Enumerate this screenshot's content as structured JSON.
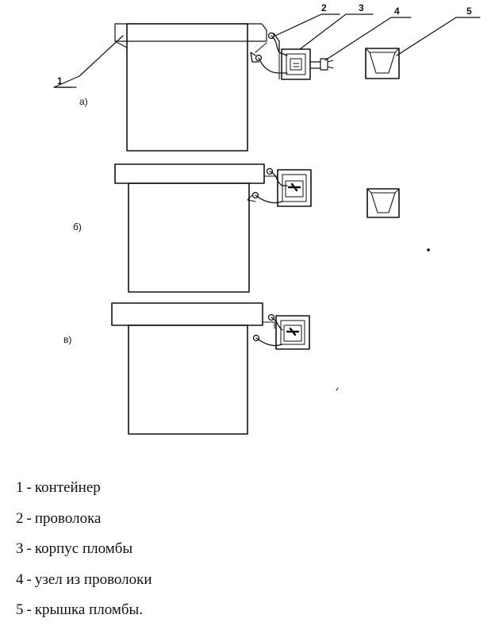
{
  "variants": [
    {
      "id": "a",
      "label": "а)"
    },
    {
      "id": "b",
      "label": "б)"
    },
    {
      "id": "v",
      "label": "в)"
    }
  ],
  "callouts": [
    "1",
    "2",
    "3",
    "4",
    "5"
  ],
  "legend": [
    {
      "number": "1",
      "separator": "-",
      "text": "контейнер"
    },
    {
      "number": "2",
      "separator": "-",
      "text": "проволока"
    },
    {
      "number": "3",
      "separator": "-",
      "text": "корпус пломбы"
    },
    {
      "number": "4",
      "separator": "-",
      "text": "узел из проволоки"
    },
    {
      "number": "5",
      "separator": "-",
      "text": "крышка пломбы."
    }
  ]
}
